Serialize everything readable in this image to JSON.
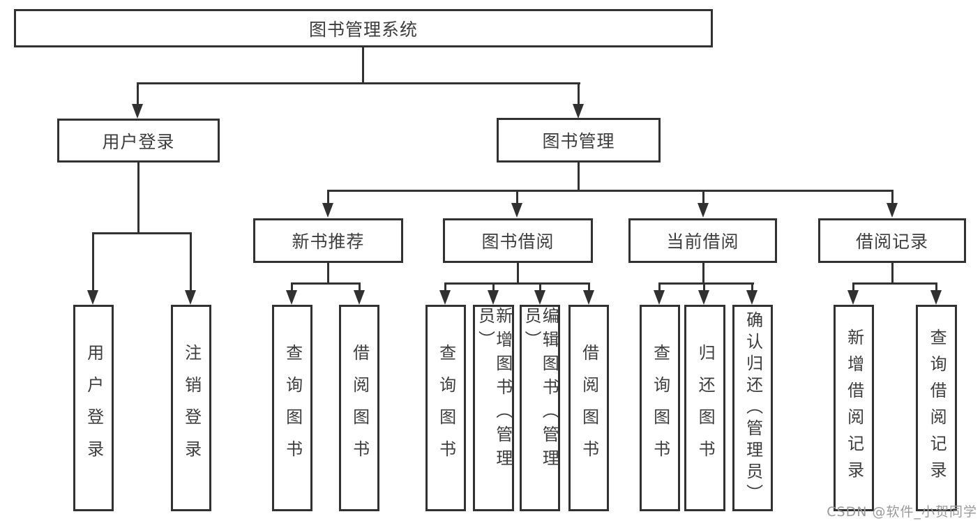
{
  "diagram": {
    "root": {
      "label": "图书管理系统"
    },
    "level1": [
      {
        "label": "用户登录"
      },
      {
        "label": "图书管理"
      }
    ],
    "level2": [
      {
        "label": "新书推荐"
      },
      {
        "label": "图书借阅"
      },
      {
        "label": "当前借阅"
      },
      {
        "label": "借阅记录"
      }
    ],
    "leaves": [
      {
        "label": "用户登录"
      },
      {
        "label": "注销登录"
      },
      {
        "label": "查询图书"
      },
      {
        "label": "借阅图书"
      },
      {
        "label": "查询图书"
      },
      {
        "label": "新增图书（管理员）"
      },
      {
        "label": "编辑图书（管理员）"
      },
      {
        "label": "借阅图书"
      },
      {
        "label": "查询图书"
      },
      {
        "label": "归还图书"
      },
      {
        "label": "确认归还（管理员）"
      },
      {
        "label": "新增借阅记录"
      },
      {
        "label": "查询借阅记录"
      }
    ],
    "watermark": "CSDN @软件_小贺同学",
    "colors": {
      "line": "#313131",
      "text": "#3d3d3d",
      "watermark": "#9a9a9a",
      "background": "#ffffff"
    }
  }
}
